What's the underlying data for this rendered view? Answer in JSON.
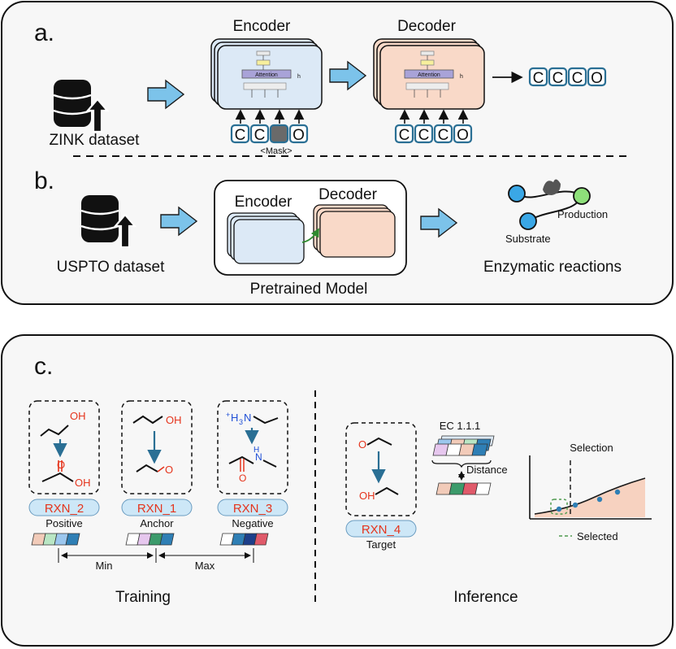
{
  "panel_a": {
    "label": "a.",
    "dataset": "ZINK dataset",
    "encoder": "Encoder",
    "decoder": "Decoder",
    "attention": "Attention",
    "head": "h",
    "encoder_tokens": [
      "C",
      "C",
      "",
      "O"
    ],
    "mask_label": "<Mask>",
    "decoder_tokens": [
      "C",
      "C",
      "C",
      "O"
    ],
    "output_tokens": [
      "C",
      "C",
      "C",
      "O"
    ]
  },
  "panel_b": {
    "label": "b.",
    "dataset": "USPTO dataset",
    "encoder": "Encoder",
    "decoder": "Decoder",
    "model": "Pretrained Model",
    "reactions": "Enzymatic reactions",
    "production": "Production",
    "substrate": "Substrate"
  },
  "panel_c": {
    "label": "c.",
    "training": "Training",
    "inference": "Inference",
    "reactions": [
      {
        "name": "RXN_2",
        "role": "Positive"
      },
      {
        "name": "RXN_1",
        "role": "Anchor"
      },
      {
        "name": "RXN_3",
        "role": "Negative"
      }
    ],
    "min_label": "Min",
    "max_label": "Max",
    "target_name": "RXN_4",
    "target_role": "Target",
    "ec_label": "EC 1.1.1",
    "distance_label": "Distance",
    "selection_label": "Selection",
    "selected_label": "Selected",
    "chem": {
      "oh": "OH",
      "o": "O",
      "h": "H",
      "n": "N",
      "h3n": "H",
      "h3n_plus": "+",
      "h3n_sub": "3",
      "h3n_n": "N"
    }
  },
  "colors": {
    "arrow_fill": "#7cc3ea",
    "encoder_fill": "#dce9f6",
    "decoder_fill": "#f9d9c8",
    "chem_red": "#e5341c",
    "chem_blue": "#1f4fd6",
    "label_pill": "#cde7f7",
    "curve_fill": "#f7d2c0",
    "point_blue": "#2f7fb5",
    "selected_green": "#4f9a4f"
  }
}
